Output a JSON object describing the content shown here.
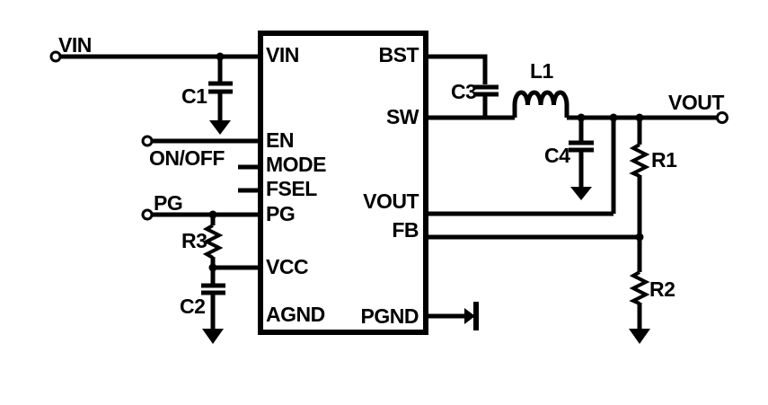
{
  "colors": {
    "background": "#ffffff",
    "line": "#000000",
    "text": "#000000"
  },
  "ic": {
    "left_pins": [
      {
        "label": "VIN"
      },
      {
        "label": "EN"
      },
      {
        "label": "MODE"
      },
      {
        "label": "FSEL"
      },
      {
        "label": "PG"
      },
      {
        "label": "VCC"
      },
      {
        "label": "AGND"
      }
    ],
    "right_pins": [
      {
        "label": "BST"
      },
      {
        "label": "SW"
      },
      {
        "label": "VOUT"
      },
      {
        "label": "FB"
      },
      {
        "label": "PGND"
      }
    ]
  },
  "terminals": {
    "vin": {
      "label": "VIN"
    },
    "enable": {
      "label": "ON/OFF"
    },
    "power_good": {
      "label": "PG"
    },
    "vout": {
      "label": "VOUT"
    }
  },
  "components": {
    "c1": {
      "label": "C1"
    },
    "c2": {
      "label": "C2"
    },
    "c3": {
      "label": "C3"
    },
    "c4": {
      "label": "C4"
    },
    "l1": {
      "label": "L1"
    },
    "r1": {
      "label": "R1"
    },
    "r2": {
      "label": "R2"
    },
    "r3": {
      "label": "R3"
    }
  }
}
